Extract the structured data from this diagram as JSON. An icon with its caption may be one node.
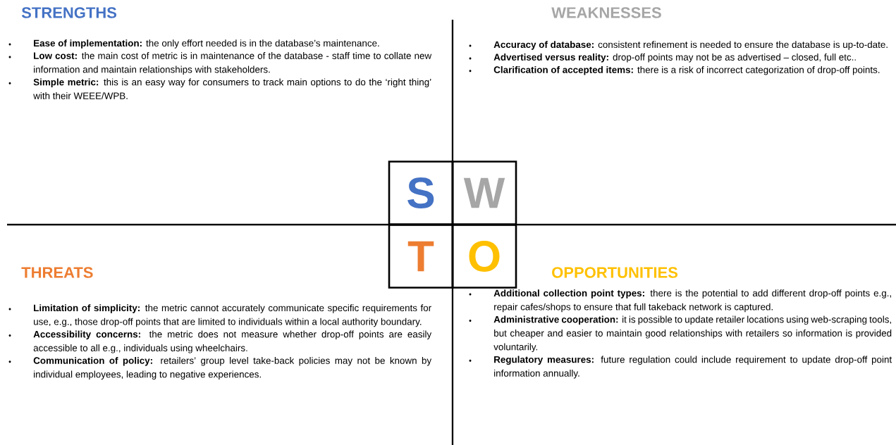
{
  "diagram": {
    "nodes": [
      {
        "text": [
          "S"
        ]
      },
      {
        "text": [
          "W"
        ]
      },
      {
        "text": [
          "T"
        ]
      },
      {
        "text": [
          "O"
        ]
      }
    ],
    "labels": [
      "STRENGTHS",
      "**Ease of implementation:** the only effort needed is in the database’s maintenance.",
      "**Low cost:** the main cost of metric is in maintenance of the database - staff time to collate new information and maintain relationships with stakeholders.",
      "**Simple metric:** this is an easy way for consumers to track main options to do the ‘right thing’ with their WEEE/WPB.",
      "WEAKNESSES",
      "**Accuracy of database:** consistent refinement is needed to ensure the database is up-to-date.",
      "**Advertised versus reality:** drop-off points may not be as advertised – closed, full etc..",
      "**Clarification of accepted items:** there is a risk of incorrect categorization of drop-off points.",
      "THREATS",
      "**Limitation of simplicity:** the metric cannot accurately communicate specific requirements for use, e.g., those drop-off points that are limited to individuals within a local authority boundary.",
      "**Accessibility concerns:** the metric does not measure whether drop-off points are easily accessible to all e.g., individuals using wheelchairs.",
      "**Communication of policy:** retailers’ group level take-back policies may not be known by individual employees, leading to negative experiences.",
      "OPPORTUNITIES",
      "**Additional collection point types:** there is the potential to add different drop-off points e.g., repair cafes/shops to ensure that full takeback network is captured.",
      "**Administrative cooperation:** it is possible to update retailer locations using web-scraping tools, but cheaper and easier to maintain good relationships with retailers so information is provided voluntarily.",
      "**Regulatory measures:** future regulation could include requirement to update drop-off point information annually."
    ]
  }
}
